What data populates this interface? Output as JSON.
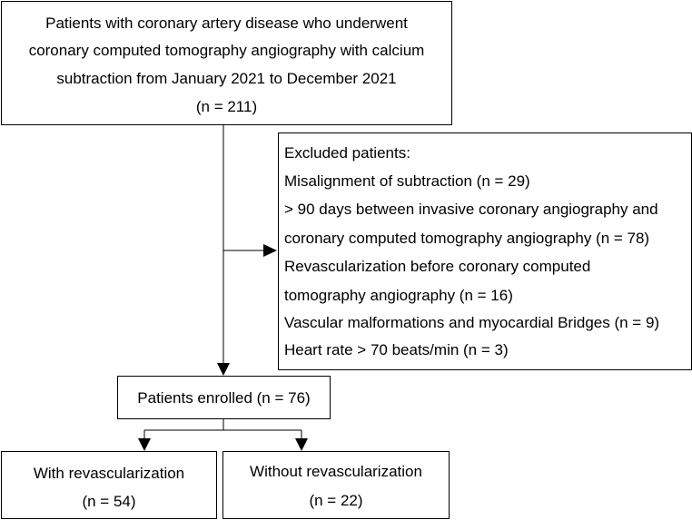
{
  "total": {
    "lines": [
      "Patients with coronary artery disease who underwent",
      "coronary computed tomography angiography with calcium",
      "subtraction from January 2021 to December 2021",
      "(n = 211)"
    ]
  },
  "excluded": {
    "title": "Excluded patients:",
    "lines": [
      "Misalignment of subtraction (n = 29)",
      "> 90 days between invasive coronary angiography and",
      "coronary computed tomography angiography (n = 78)",
      "Revascularization before coronary computed",
      "tomography angiography (n = 16)",
      "Vascular malformations and myocardial Bridges (n = 9)",
      "Heart rate > 70 beats/min (n = 3)"
    ]
  },
  "enrolled": {
    "label": "Patients enrolled (n = 76)"
  },
  "with_revasc": {
    "label": "With revascularization",
    "count": "(n = 54)"
  },
  "without_revasc": {
    "label": "Without revascularization",
    "count": "(n = 22)"
  }
}
